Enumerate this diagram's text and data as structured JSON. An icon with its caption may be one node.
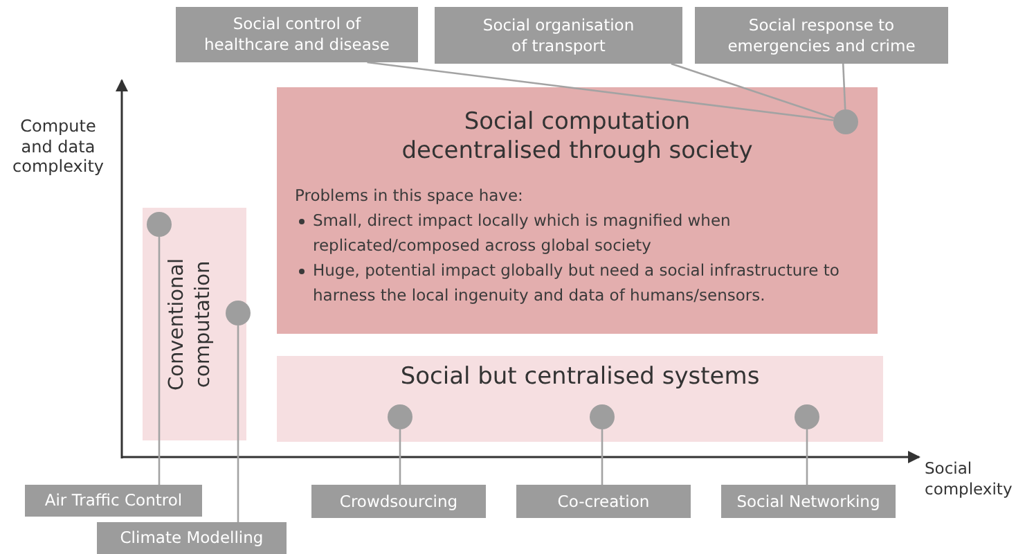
{
  "diagram": {
    "nodes": [
      {
        "text": [
          "Social control of healthcare and disease"
        ]
      },
      {
        "text": [
          "Social organisation of transport"
        ]
      },
      {
        "text": [
          "Social response to emergencies and crime"
        ]
      },
      {
        "text": [
          "Social computation decentralised through society",
          "Problems in this space have:",
          "Small, direct impact locally which is magnified when replicated/composed across global society",
          "Huge, potential impact globally but need a social infrastructure to harness the local ingenuity and data of humans/sensors."
        ]
      },
      {
        "text": [],
        "shape": "circle",
        "in": 3
      },
      {
        "text": [
          "Conventional computation"
        ]
      },
      {
        "text": [],
        "shape": "circle",
        "in": 5
      },
      {
        "text": [],
        "shape": "circle"
      },
      {
        "text": [
          "Social but centralised systems"
        ]
      },
      {
        "text": [],
        "shape": "circle",
        "in": 8
      },
      {
        "text": [],
        "shape": "circle",
        "in": 8
      },
      {
        "text": [],
        "shape": "circle",
        "in": 8
      },
      {
        "text": [
          "Air Traffic Control"
        ]
      },
      {
        "text": [
          "Climate Modelling"
        ]
      },
      {
        "text": [
          "Crowdsourcing"
        ]
      },
      {
        "text": [
          "Co-creation"
        ]
      },
      {
        "text": [
          "Social Networking"
        ]
      }
    ],
    "edges": [
      {
        "from": 0,
        "to": 4,
        "arrow": "none"
      },
      {
        "from": 1,
        "to": 4,
        "arrow": "none"
      },
      {
        "from": 2,
        "to": 4,
        "arrow": "none"
      },
      {
        "from": 12,
        "to": 6,
        "arrow": "none"
      },
      {
        "from": 13,
        "to": 7,
        "arrow": "none"
      },
      {
        "from": 14,
        "to": 9,
        "arrow": "none"
      },
      {
        "from": 15,
        "to": 10,
        "arrow": "none"
      },
      {
        "from": 16,
        "to": 11,
        "arrow": "none"
      }
    ],
    "labels": [
      "Compute and data complexity",
      "Social complexity"
    ]
  }
}
